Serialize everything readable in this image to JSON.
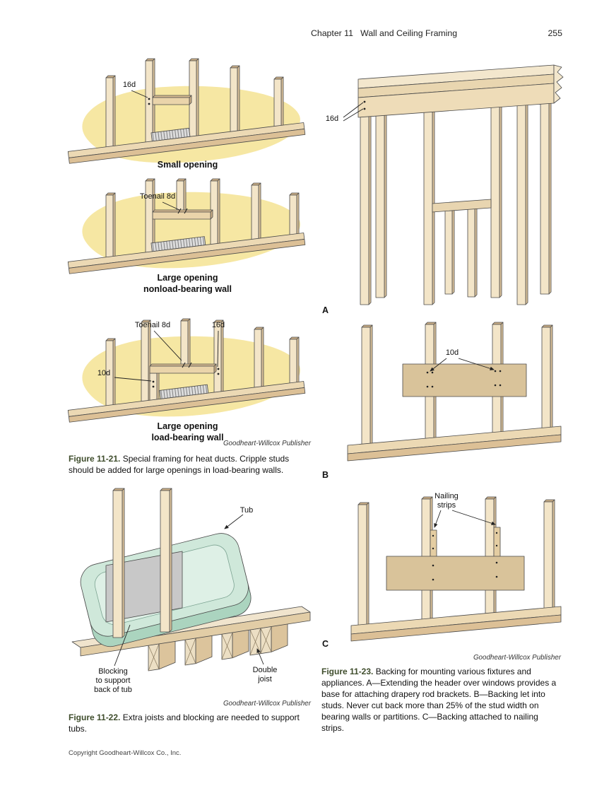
{
  "header": {
    "chapter_title": "Chapter 11   Wall and Ceiling Framing",
    "page_number": "255"
  },
  "fig21": {
    "d1": {
      "caption": "Small opening",
      "nail_label": "16d"
    },
    "d2": {
      "caption": "Large opening\nnonload-bearing wall",
      "toenail_label": "Toenail 8d"
    },
    "d3": {
      "caption": "Large opening\nload-bearing wall",
      "toenail_label": "Toenail 8d",
      "nail16_label": "16d",
      "nail10_label": "10d"
    },
    "credit": "Goodheart-Willcox Publisher",
    "caption_label": "Figure 11-21.",
    "caption_text": "Special framing for heat ducts. Cripple studs should be added for large openings in load-bearing walls."
  },
  "fig22": {
    "tub_label": "Tub",
    "blocking_label": "Blocking\nto support\nback of tub",
    "double_joist_label": "Double\njoist",
    "credit": "Goodheart-Willcox Publisher",
    "caption_label": "Figure 11-22.",
    "caption_text": "Extra joists and blocking are needed to support tubs."
  },
  "fig23": {
    "a": {
      "letter": "A",
      "nail_label": "16d"
    },
    "b": {
      "letter": "B",
      "nail_label": "10d"
    },
    "c": {
      "letter": "C",
      "strips_label": "Nailing\nstrips"
    },
    "credit": "Goodheart-Willcox Publisher",
    "caption_label": "Figure 11-23.",
    "caption_text": "Backing for mounting various fixtures and appliances. A—Extending the header over windows provides a base for attaching drapery rod brackets. B—Backing let into studs. Never cut back more than 25% of the stud width on bearing walls or partitions. C—Backing attached to nailing strips."
  },
  "footer": {
    "copyright": "Copyright Goodheart-Willcox Co., Inc."
  },
  "colors": {
    "figure_label": "#3f4d2c",
    "highlight_blob": "#f6e7a3",
    "wood_face": "#f3e5c8",
    "tub": "#cfe8da"
  }
}
